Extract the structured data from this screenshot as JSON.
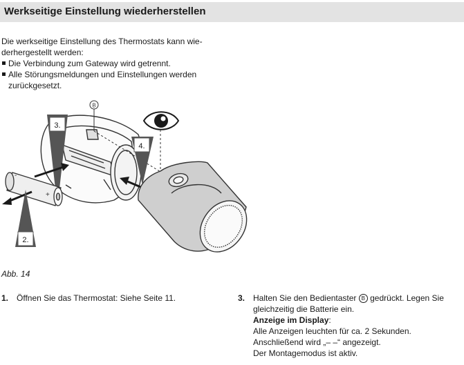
{
  "header": {
    "title": "Werkseitige Einstellung wiederherstellen"
  },
  "intro": {
    "paragraph_line1": "Die werkseitige Einstellung des Thermostats kann wie-",
    "paragraph_line2": "derhergestellt werden:",
    "bullets": [
      "Die Verbindung zum Gateway wird getrennt.",
      "Alle Störungsmeldungen und Einstellungen werden zurückgesetzt."
    ]
  },
  "figure": {
    "label_b": "B",
    "label_2": "2.",
    "label_3": "3.",
    "label_4": "4.",
    "minus_sign": "-",
    "plus_sign": "+",
    "eye_icon": "eye-icon",
    "caption": "Abb. 14"
  },
  "steps": {
    "step1": {
      "number": "1.",
      "text": "Öffnen Sie das Thermostat: Siehe Seite 11."
    },
    "step3": {
      "number": "3.",
      "text_before_b": "Halten Sie den Bedientaster",
      "b_label": "B",
      "text_after_b": "gedrückt. Legen Sie gleichzeitig die Batterie ein.",
      "display_heading": "Anzeige im Display",
      "display_colon": ":",
      "line1": "Alle Anzeigen leuchten für ca. 2 Sekunden.",
      "line2": "Anschließend wird „– –“ angezeigt.",
      "line3": "Der Montagemodus ist aktiv."
    }
  }
}
